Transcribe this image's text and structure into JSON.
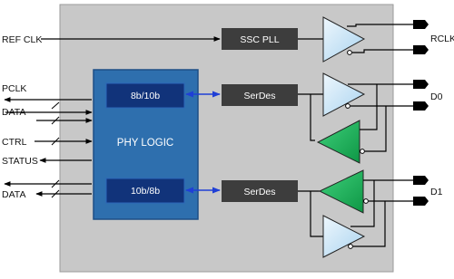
{
  "blocks": {
    "ssc_pll": "SSC PLL",
    "serdes_top": "SerDes",
    "serdes_bottom": "SerDes",
    "phy_logic": "PHY LOGIC",
    "encoder": "8b/10b",
    "decoder": "10b/8b"
  },
  "left_signals": {
    "ref_clk": "REF CLK",
    "pclk": "PCLK",
    "data_tx": "DATA",
    "ctrl": "CTRL",
    "status": "STATUS",
    "data_rx": "DATA"
  },
  "right_signals": {
    "rclk": "RCLK",
    "d0": "D0",
    "d1": "D1"
  },
  "colors": {
    "chip_background": "#c8c8c8",
    "phy_logic": "#2e6fae",
    "codec_block": "#11337a",
    "serdes_block": "#3d3d3d",
    "tx_buffer": "#cde6f7",
    "rx_buffer": "#19b35a",
    "link_arrow": "#1f3fd6"
  }
}
